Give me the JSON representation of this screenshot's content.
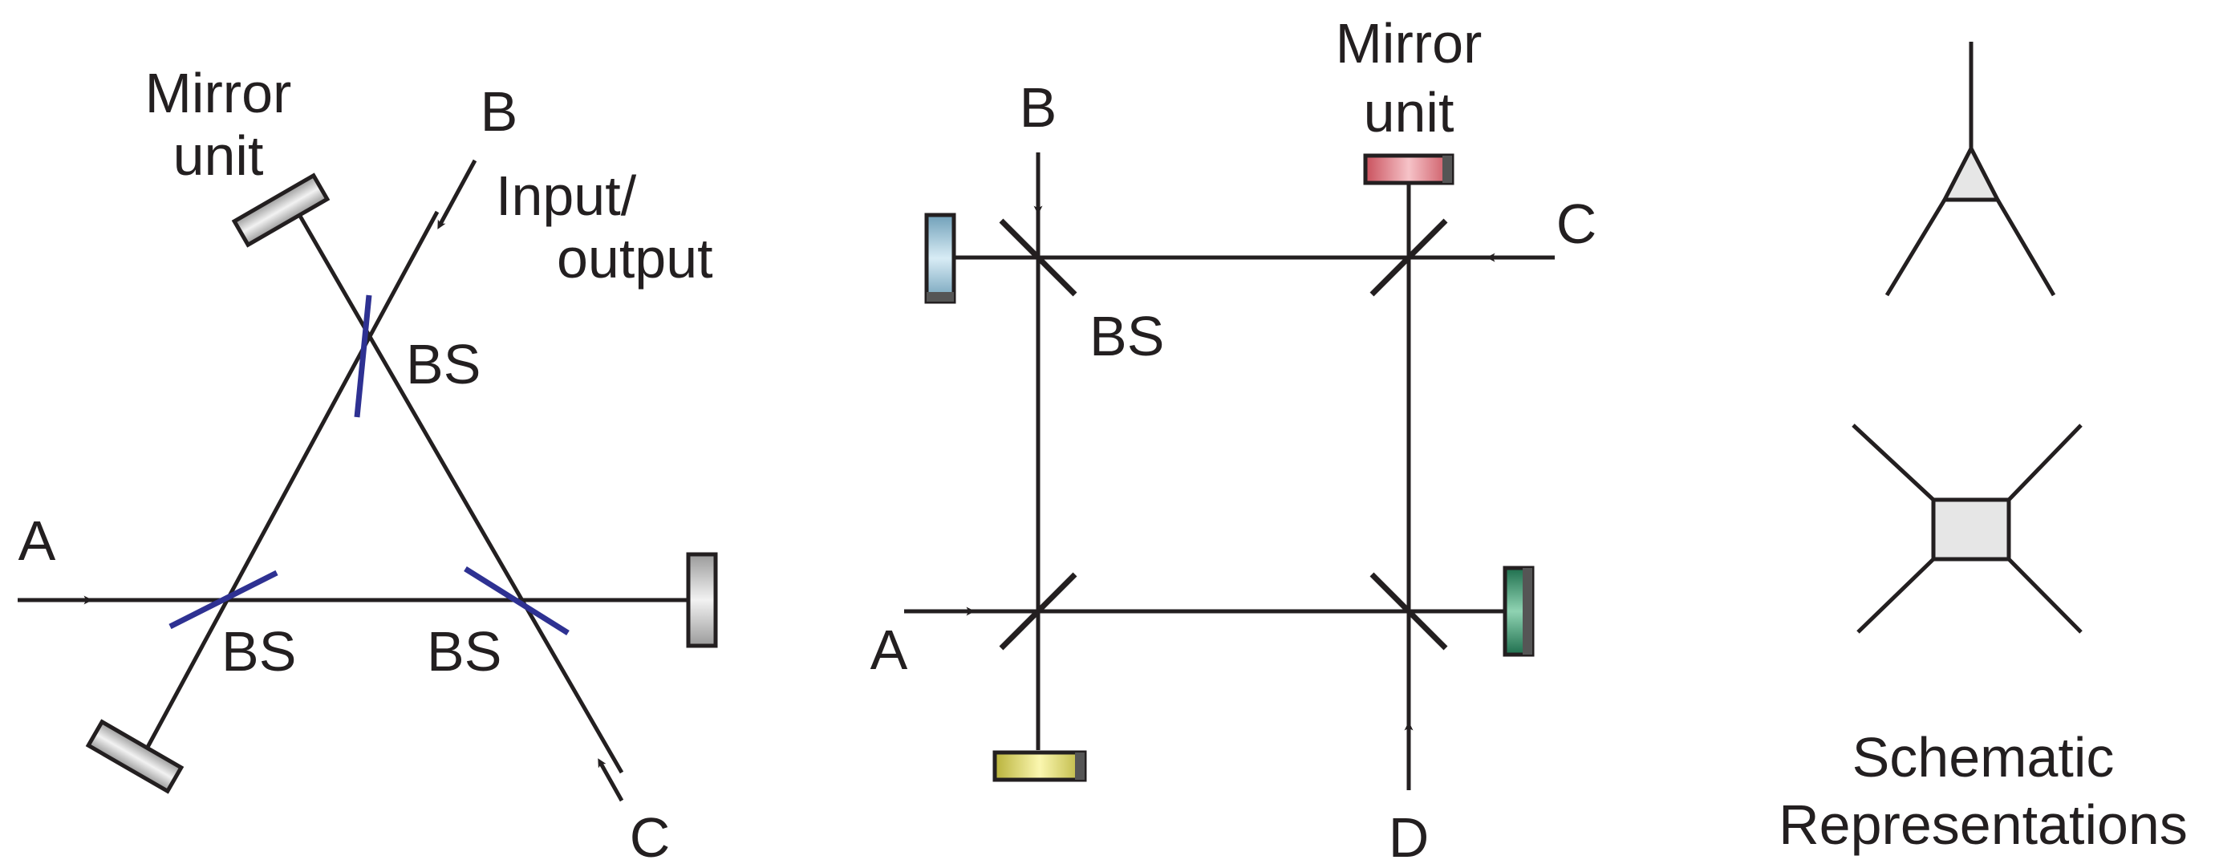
{
  "triangle": {
    "mirror_unit_line1": "Mirror",
    "mirror_unit_line2": "unit",
    "label_a": "A",
    "label_b": "B",
    "label_c": "C",
    "input_output_line1": "Input/",
    "input_output_line2": "output",
    "bs_top": "BS",
    "bs_left": "BS",
    "bs_right": "BS"
  },
  "square": {
    "mirror_unit_line1": "Mirror",
    "mirror_unit_line2": "unit",
    "label_a": "A",
    "label_b": "B",
    "label_c": "C",
    "label_d": "D",
    "bs_label": "BS",
    "mirror_colors": {
      "top": "#e8707a",
      "left": "#8fbfd6",
      "right": "#2f9a6e",
      "bottom": "#e6e05a"
    }
  },
  "schematic": {
    "caption_line1": "Schematic",
    "caption_line2": "Representations"
  },
  "colors": {
    "beam": "#231f20",
    "triangle_beam_splitter": "#2e3192",
    "mirror_gray": "#bdbdbd",
    "schematic_fill": "#e6e6e6"
  }
}
